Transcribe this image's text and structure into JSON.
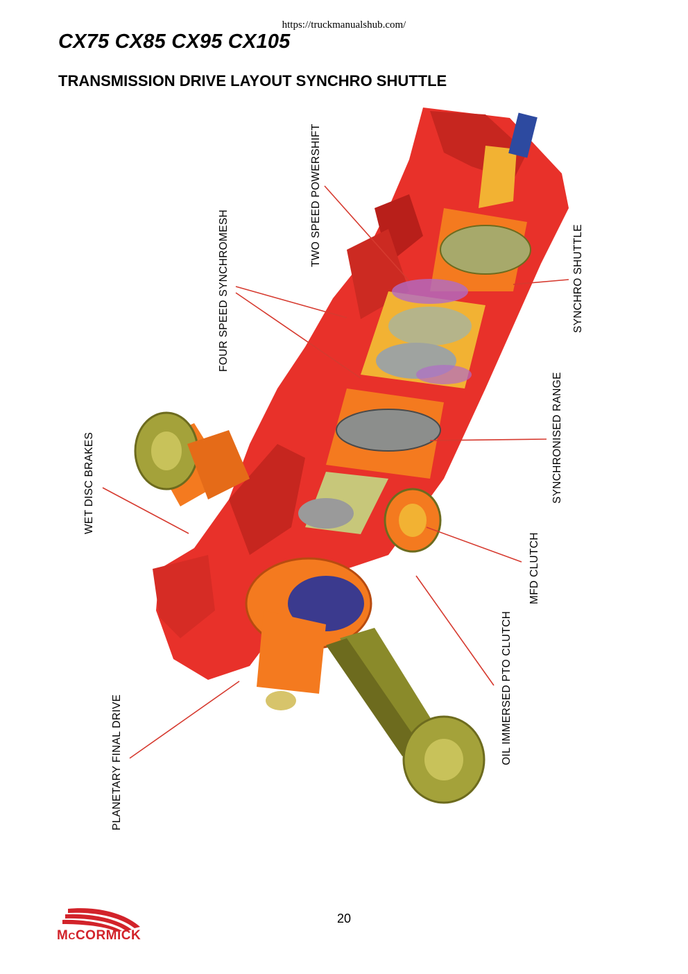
{
  "header": {
    "url": "https://truckmanualshub.com/",
    "models": "CX75 CX85 CX95 CX105",
    "title": "TRANSMISSION DRIVE LAYOUT SYNCHRO SHUTTLE"
  },
  "labels": {
    "two_speed_powershift": "TWO SPEED POWERSHIFT",
    "four_speed_synchromesh": "FOUR SPEED SYNCHROMESH",
    "synchro_shuttle": "SYNCHRO SHUTTLE",
    "synchronised_range": "SYNCHRONISED RANGE",
    "wet_disc_brakes": "WET DISC BRAKES",
    "mfd_clutch": "MFD CLUTCH",
    "oil_immersed_pto_clutch": "OIL IMMERSED PTO CLUTCH",
    "planetary_final_drive": "PLANETARY FINAL DRIVE"
  },
  "footer": {
    "page_number": "20",
    "logo_text_prefix": "M",
    "logo_text_small": "C",
    "logo_text_rest": "CORMICK"
  },
  "colors": {
    "housing_red": "#e8312a",
    "housing_dark": "#b81f1a",
    "gear_orange": "#f47a1f",
    "shaft_yellow": "#f2b233",
    "axle_olive": "#8a8a2a",
    "leader_line": "#d63a2f",
    "brand_red": "#d2232a"
  }
}
